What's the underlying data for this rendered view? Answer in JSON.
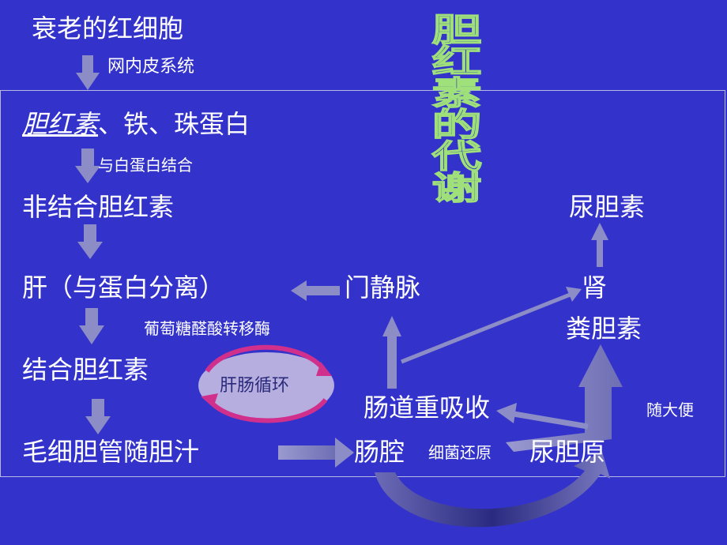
{
  "title_vertical": [
    "胆",
    "红",
    "素",
    "的",
    "代",
    "谢"
  ],
  "labels": {
    "aged_rbc": "衰老的红细胞",
    "reticulo": "网内皮系统",
    "bilirubin": "胆红素",
    "bilirubin_rest": "、铁、珠蛋白",
    "bind_albumin": "与白蛋白结合",
    "unconjugated": "非结合胆红素",
    "liver": "肝（与蛋白分离）",
    "enzyme": "葡萄糖醛酸转移酶",
    "conjugated": "结合胆红素",
    "bile_duct": "毛细胆管随胆汁",
    "portal_vein": "门静脉",
    "enterohepatic": "肝肠循环",
    "reabsorb": "肠道重吸收",
    "intestine": "肠腔",
    "bacteria": "细菌还原",
    "urobilinogen": "尿胆原",
    "urobilin": "尿胆素",
    "kidney": "肾",
    "stercobilin": "粪胆素",
    "with_feces": "随大便"
  },
  "colors": {
    "background": "#3333cc",
    "text": "#ffffff",
    "arrow": "#8c8cc6",
    "title_fill": "#2f2fb8",
    "title_outline": "#9fe07a",
    "cycle_fill": "#b7aee0",
    "cycle_arrow": "#d0308c"
  }
}
